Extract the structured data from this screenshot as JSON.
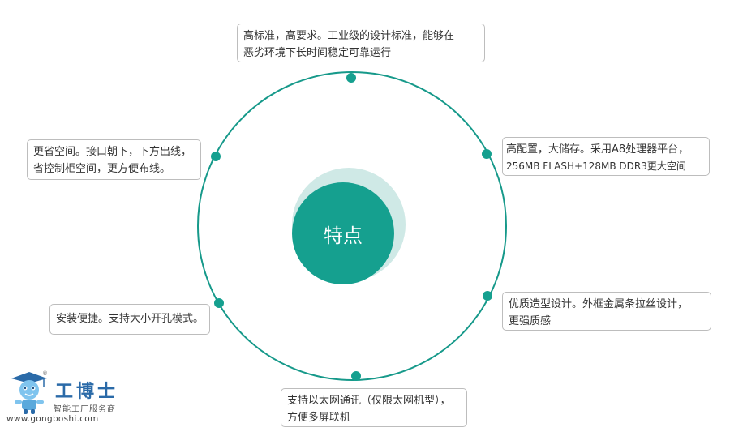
{
  "center": {
    "label": "特点"
  },
  "colors": {
    "accent": "#15a08f",
    "accent_light": "#cfe9e6",
    "ring": "#16998a",
    "callout_border": "#bdbdbd",
    "logo_blue": "#2a6aa8"
  },
  "features": [
    {
      "id": "top",
      "lines": [
        "高标准，高要求。工业级的设计标准，能够在",
        "恶劣环境下长时间稳定可靠运行"
      ]
    },
    {
      "id": "upper-right",
      "lines": [
        "高配置，大储存。采用A8处理器平台，",
        "256MB FLASH+128MB DDR3更大空间"
      ]
    },
    {
      "id": "lower-right",
      "lines": [
        "优质造型设计。外框金属条拉丝设计，",
        "更强质感"
      ]
    },
    {
      "id": "bottom",
      "lines": [
        "支持以太网通讯（仅限太网机型），",
        "方便多屏联机"
      ]
    },
    {
      "id": "lower-left",
      "lines": [
        "安装便捷。支持大小开孔模式。"
      ]
    },
    {
      "id": "upper-left",
      "lines": [
        "更省空间。接口朝下，下方出线，",
        "省控制柜空间，更方便布线。"
      ]
    }
  ],
  "logo": {
    "name": "工博士",
    "subtitle": "智能工厂服务商",
    "url": "www.gongboshi.com",
    "mark": "®"
  }
}
